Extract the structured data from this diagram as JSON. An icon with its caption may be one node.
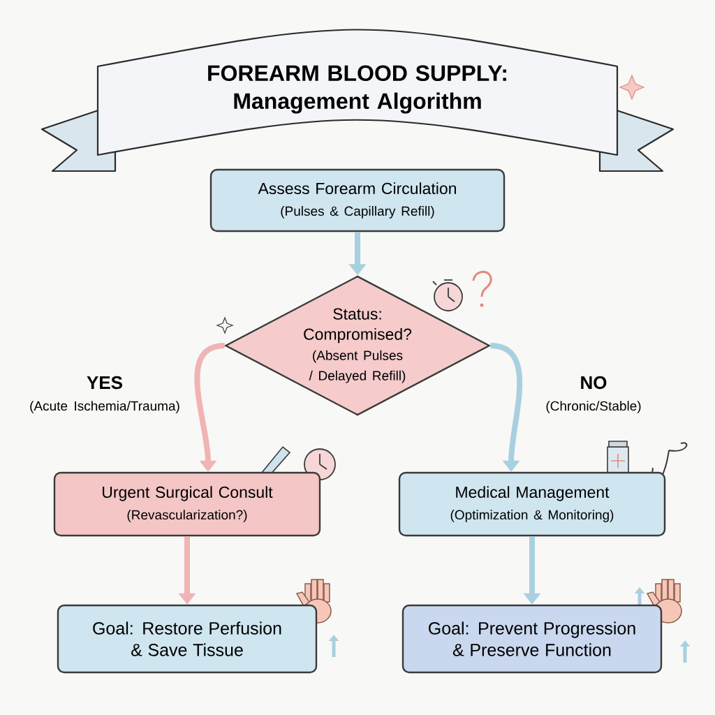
{
  "diagram": {
    "title": "FOREARM BLOOD SUPPLY: Management Algorithm",
    "nodes": [
      {
        "text": [
          "Assess Forearm Circulation",
          "(Pulses & Capillary Refill)"
        ]
      },
      {
        "text": [
          "Status: Compromised?",
          "(Absent Pulses / Delayed Refill)"
        ]
      },
      {
        "text": [
          "Urgent Surgical Consult",
          "(Revascularization?)"
        ]
      },
      {
        "text": [
          "Medical Management",
          "(Optimization & Monitoring)"
        ]
      },
      {
        "text": [
          "Goal: Restore Perfusion & Save Tissue"
        ]
      },
      {
        "text": [
          "Goal: Prevent Progression & Preserve Function"
        ]
      }
    ],
    "edges": [
      {
        "from": 0,
        "to": 1,
        "arrow": "to"
      },
      {
        "from": 1,
        "to": 2,
        "arrow": "to",
        "color": "#f0b4b4"
      },
      {
        "from": 1,
        "to": 3,
        "arrow": "to"
      },
      {
        "from": 2,
        "to": 4,
        "arrow": "to",
        "color": "#f0b4b4"
      },
      {
        "from": 3,
        "to": 5,
        "arrow": "to"
      }
    ],
    "labels": [
      "YES",
      "(Acute Ischemia/Trauma)",
      "NO",
      "(Chronic/Stable)"
    ]
  }
}
